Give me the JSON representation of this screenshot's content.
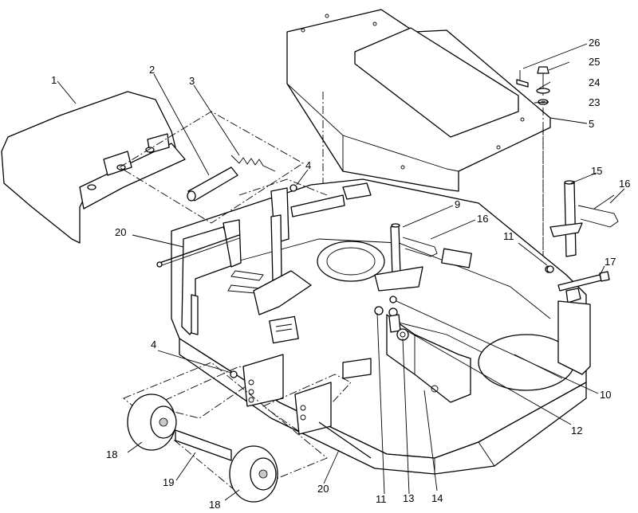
{
  "diagram": {
    "callouts": [
      {
        "id": "c1",
        "label": "1"
      },
      {
        "id": "c2",
        "label": "2"
      },
      {
        "id": "c3",
        "label": "3"
      },
      {
        "id": "c4a",
        "label": "4"
      },
      {
        "id": "c4b",
        "label": "4"
      },
      {
        "id": "c5",
        "label": "5"
      },
      {
        "id": "c9",
        "label": "9"
      },
      {
        "id": "c10",
        "label": "10"
      },
      {
        "id": "c11a",
        "label": "11"
      },
      {
        "id": "c11b",
        "label": "11"
      },
      {
        "id": "c12",
        "label": "12"
      },
      {
        "id": "c13",
        "label": "13"
      },
      {
        "id": "c14",
        "label": "14"
      },
      {
        "id": "c15",
        "label": "15"
      },
      {
        "id": "c16a",
        "label": "16"
      },
      {
        "id": "c16b",
        "label": "16"
      },
      {
        "id": "c17",
        "label": "17"
      },
      {
        "id": "c18a",
        "label": "18"
      },
      {
        "id": "c18b",
        "label": "18"
      },
      {
        "id": "c19",
        "label": "19"
      },
      {
        "id": "c20a",
        "label": "20"
      },
      {
        "id": "c20b",
        "label": "20"
      },
      {
        "id": "c23",
        "label": "23"
      },
      {
        "id": "c24",
        "label": "24"
      },
      {
        "id": "c25",
        "label": "25"
      },
      {
        "id": "c26",
        "label": "26"
      }
    ]
  }
}
